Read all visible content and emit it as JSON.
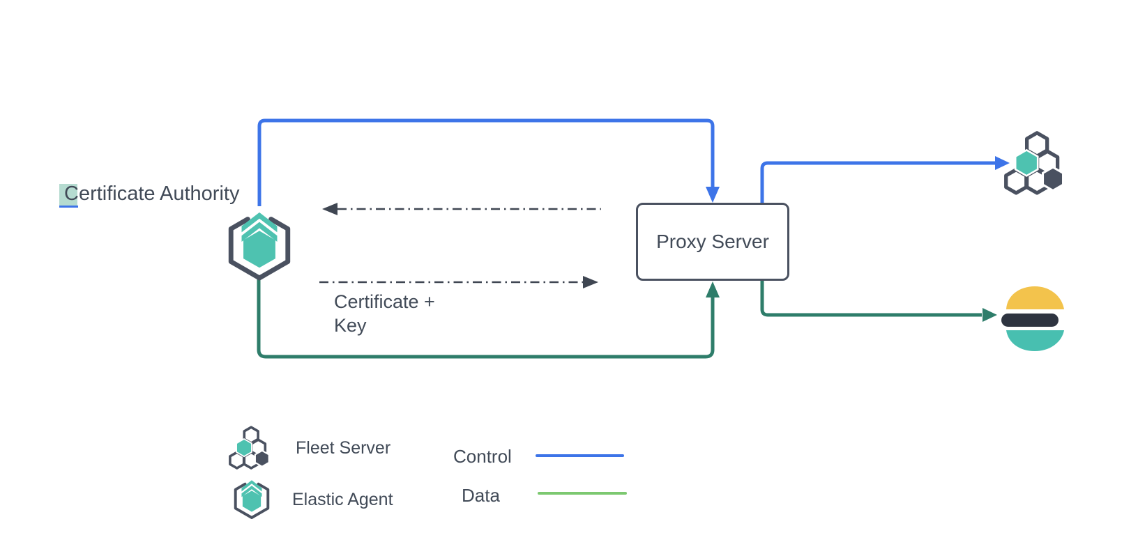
{
  "labels": {
    "certificate_authority": "Certificate Authority",
    "proxy_server": "Proxy Server",
    "cert_key_line1": "Certificate +",
    "cert_key_line2": "Key"
  },
  "legend": {
    "items": [
      {
        "icon": "fleet-server-icon",
        "label": "Fleet Server"
      },
      {
        "icon": "elastic-agent-icon",
        "label": "Elastic Agent"
      }
    ],
    "lines": [
      {
        "label": "Control",
        "color": "#3d74e8"
      },
      {
        "label": "Data",
        "color": "#7cc870"
      }
    ]
  },
  "edges": [
    {
      "from": "elastic-agent",
      "to": "proxy-server",
      "type": "control",
      "style": "solid"
    },
    {
      "from": "proxy-server",
      "to": "fleet-server",
      "type": "control",
      "style": "solid"
    },
    {
      "from": "elastic-agent",
      "to": "proxy-server",
      "type": "data",
      "style": "solid"
    },
    {
      "from": "proxy-server",
      "to": "elasticsearch",
      "type": "data",
      "style": "solid"
    },
    {
      "from": "proxy-server",
      "to": "elastic-agent",
      "type": "certificate-exchange",
      "style": "dash-dot"
    },
    {
      "from": "elastic-agent",
      "to": "proxy-server",
      "type": "certificate-plus-key",
      "style": "dash-dot"
    }
  ],
  "colors": {
    "control": "#3d74e8",
    "data": "#2e7d6a",
    "data_legend": "#7cc870",
    "slate": "#4a5160",
    "text": "#414a57",
    "teal": "#4ec2b0",
    "highlight": "#a8d5c8",
    "es_yellow": "#f3c34c",
    "es_dark": "#2e3440",
    "es_teal": "#48bfb0",
    "dashed": "#3f4652",
    "background": "#ffffff"
  }
}
